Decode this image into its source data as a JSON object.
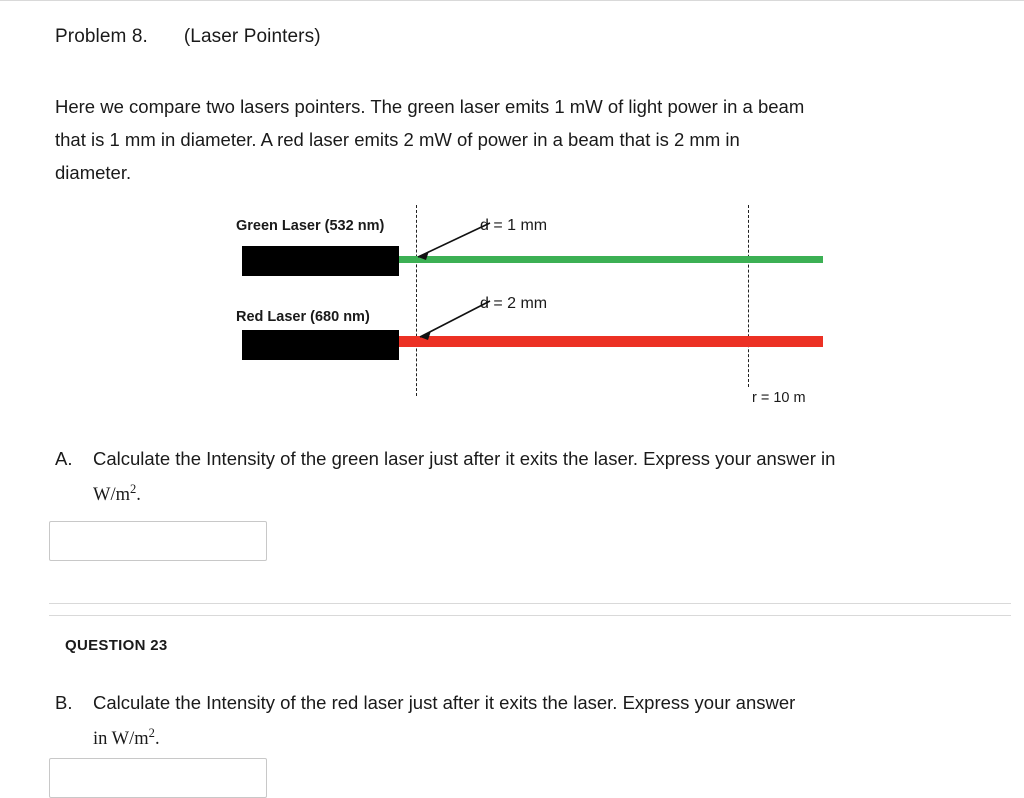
{
  "document": {
    "problem_label": "Problem 8.",
    "problem_subtitle": "(Laser Pointers)",
    "intro_line1": "Here we compare two lasers pointers. The green laser emits 1 mW of light power in a beam",
    "intro_line2": "that is 1 mm in diameter.  A red laser emits 2 mW of power in a beam that is 2 mm in",
    "intro_line3": "diameter."
  },
  "diagram": {
    "green_laser_label": "Green Laser (532 nm)",
    "red_laser_label": "Red Laser (680 nm)",
    "green_diameter_label": "d = 1 mm",
    "red_diameter_label": "d = 2 mm",
    "distance_label": "r = 10 m",
    "green_color": "#3cb054",
    "red_color": "#ec3124",
    "body_color": "#000000"
  },
  "questions": [
    {
      "letter": "A.",
      "text_line1": "Calculate the Intensity of the green laser just after it exits the laser. Express your answer in",
      "text_line2_pre": "W/m",
      "text_line2_sup": "2",
      "text_line2_post": ".",
      "answer_value": "",
      "answer_placeholder": ""
    },
    {
      "letter": "B.",
      "text_line1": "Calculate the Intensity of the red laser just after it exits the laser. Express your answer",
      "text_line2_pre": "in W/m",
      "text_line2_sup": "2",
      "text_line2_post": ".",
      "answer_value": "",
      "answer_placeholder": ""
    }
  ],
  "question_header": "QUESTION 23"
}
